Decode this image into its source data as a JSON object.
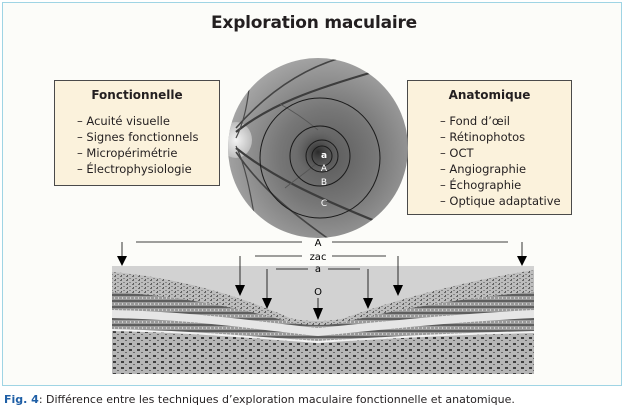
{
  "title": "Exploration maculaire",
  "left_box": {
    "heading": "Fonctionnelle",
    "items": [
      "Acuité visuelle",
      "Signes fonctionnels",
      "Micropérimétrie",
      "Électrophysiologie"
    ]
  },
  "right_box": {
    "heading": "Anatomique",
    "items": [
      "Fond d’œil",
      "Rétinophotos",
      "OCT",
      "Angiographie",
      "Échographie",
      "Optique adaptative"
    ]
  },
  "fundus_labels": {
    "a": "a",
    "A": "A",
    "B": "B",
    "C": "C"
  },
  "oct_labels": {
    "A": "A",
    "zac": "zac",
    "a": "a",
    "O": "O"
  },
  "caption": {
    "label": "Fig. 4",
    "text": ": Différence entre les techniques d’exploration maculaire fonctionnelle et anatomique."
  },
  "colors": {
    "frame_border": "#9fd4e4",
    "box_fill": "#fbf2dc",
    "caption_label": "#1f5fa6"
  }
}
